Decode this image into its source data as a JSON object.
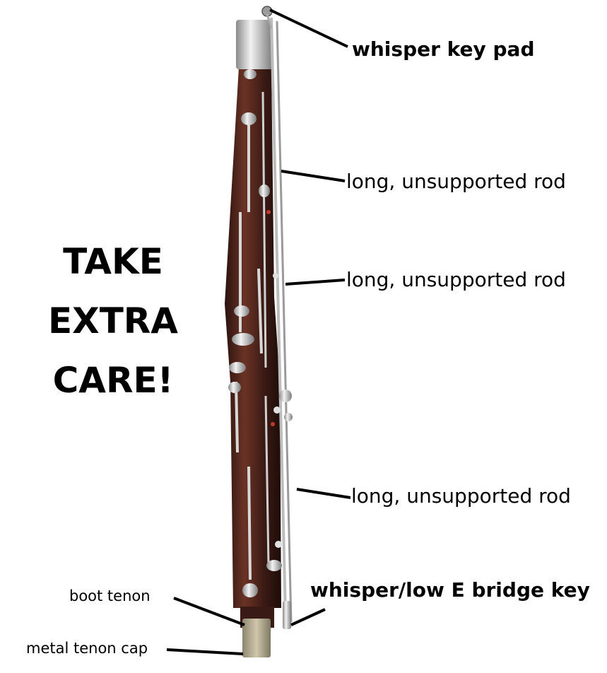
{
  "warning": {
    "lines": [
      "TAKE",
      "EXTRA",
      "CARE!"
    ]
  },
  "callouts": {
    "whisper_key_pad": "whisper key pad",
    "rod_1": "long, unsupported rod",
    "rod_2": "long, unsupported rod",
    "rod_3": "long, unsupported rod",
    "bridge_key": "whisper/low E bridge key",
    "boot_tenon": "boot tenon",
    "metal_tenon_cap": "metal tenon cap"
  },
  "colors": {
    "wood": "#3a1a14",
    "wood_highlight": "#6b3326",
    "metal": "#c9c9c9",
    "cork": "#b7ad93",
    "text": "#000000"
  }
}
